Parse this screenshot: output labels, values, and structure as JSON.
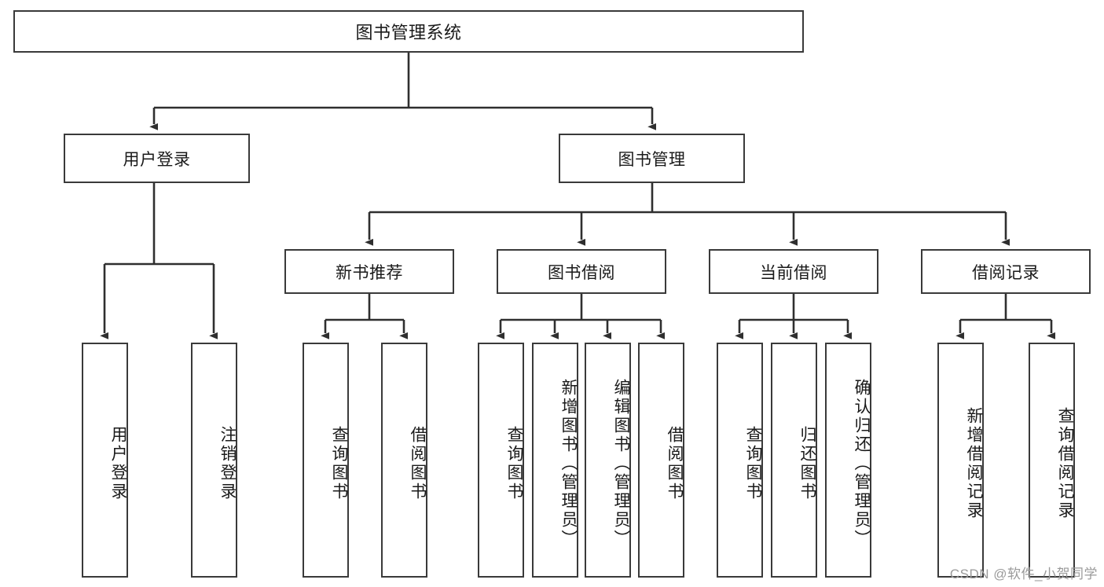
{
  "diagram": {
    "title": "图书管理系统",
    "type": "hierarchy-tree",
    "root": {
      "label": "图书管理系统"
    },
    "level2": [
      {
        "label": "用户登录"
      },
      {
        "label": "图书管理"
      }
    ],
    "level3": [
      {
        "label": "新书推荐"
      },
      {
        "label": "图书借阅"
      },
      {
        "label": "当前借阅"
      },
      {
        "label": "借阅记录"
      }
    ],
    "leaves": {
      "user_login": [
        {
          "label": "用户登录"
        },
        {
          "label": "注销登录"
        }
      ],
      "new_book_recommend": [
        {
          "label": "查询图书"
        },
        {
          "label": "借阅图书"
        }
      ],
      "book_borrow": [
        {
          "label": "查询图书"
        },
        {
          "label": "新增图书（管理员）"
        },
        {
          "label": "编辑图书（管理员）"
        },
        {
          "label": "借阅图书"
        }
      ],
      "current_borrow": [
        {
          "label": "查询图书"
        },
        {
          "label": "归还图书"
        },
        {
          "label": "确认归还（管理员）"
        }
      ],
      "borrow_records": [
        {
          "label": "新增借阅记录"
        },
        {
          "label": "查询借阅记录"
        }
      ]
    }
  },
  "watermark": {
    "text": "CSDN @软件_小贺同学"
  },
  "colors": {
    "stroke": "#3a3a3a",
    "background": "#ffffff",
    "text": "#1a1a1a",
    "watermark": "#9a9a9a"
  }
}
